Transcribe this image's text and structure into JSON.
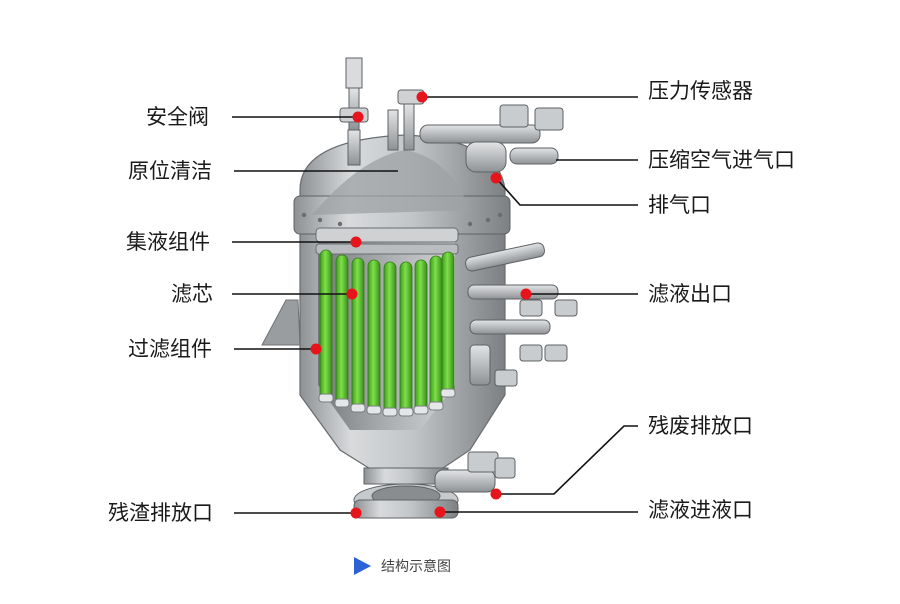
{
  "labels": {
    "safety_valve": "安全阀",
    "cip": "原位清洁",
    "collector": "集液组件",
    "filter_element": "滤芯",
    "filter_assembly": "过滤组件",
    "residue_outlet": "残渣排放口",
    "pressure_sensor": "压力传感器",
    "compressed_air_inlet": "压缩空气进气口",
    "vent": "排气口",
    "filtrate_outlet": "滤液出口",
    "waste_outlet": "残废排放口",
    "filtrate_inlet": "滤液进液口"
  },
  "caption": "结构示意图",
  "colors": {
    "marker": "#e8141c",
    "leader": "#111111",
    "caption_arrow": "#2b63d6",
    "filter_green": "#5cc832",
    "steel": "#b9bcbf"
  }
}
